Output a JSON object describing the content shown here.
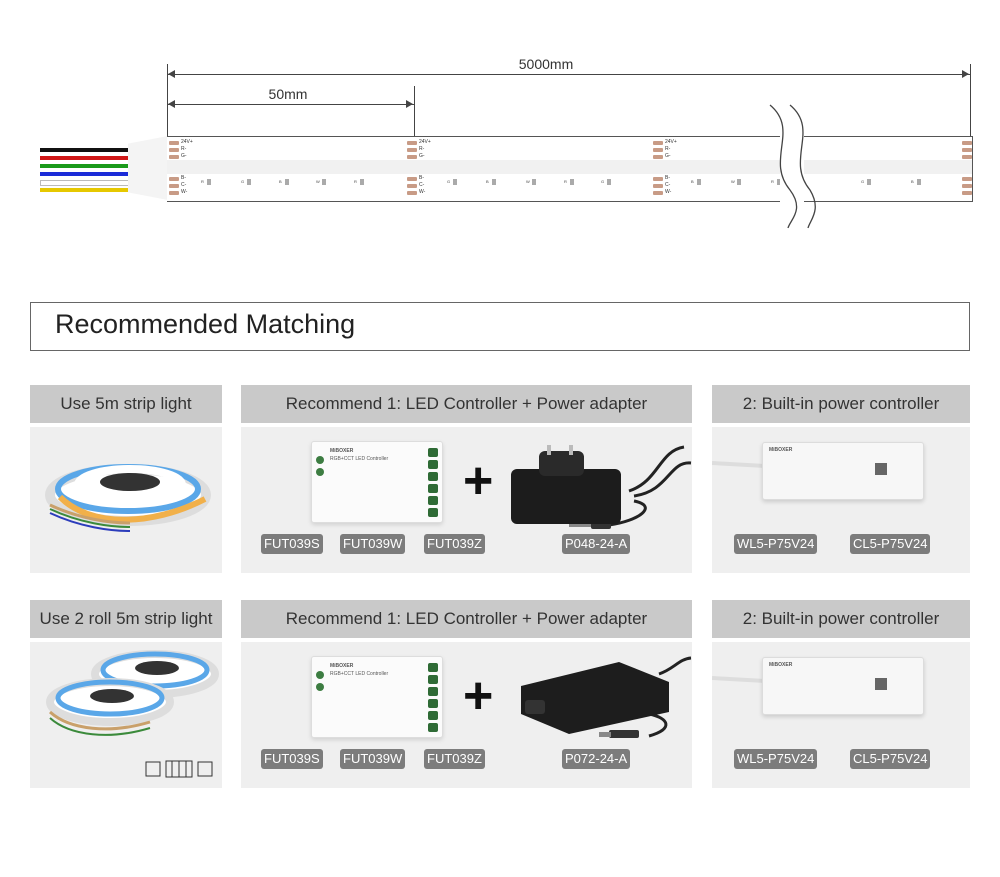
{
  "dimensions": {
    "total_length": "5000mm",
    "segment_length": "50mm"
  },
  "strip": {
    "pad_top_labels": [
      "24V+",
      "R-",
      "G-"
    ],
    "pad_bottom_labels": [
      "B-",
      "C-",
      "W-"
    ],
    "chip_labels": [
      "R",
      "G",
      "B",
      "W",
      "R",
      "G",
      "B",
      "W",
      "R",
      "G",
      "B",
      "W"
    ],
    "wire_colors": [
      "#111111",
      "#d01818",
      "#1a9a1a",
      "#1b2bd8",
      "#ffffff",
      "#e6c800"
    ]
  },
  "section_title": "Recommended Matching",
  "rows": [
    {
      "strip_head": "Use 5m strip light",
      "rec1_head": "Recommend 1: LED Controller + Power adapter",
      "rec2_head": "2: Built-in power controller",
      "controller_models": [
        "FUT039S",
        "FUT039W",
        "FUT039Z"
      ],
      "adapter_model": "P048-24-A",
      "builtin_models": [
        "WL5-P75V24",
        "CL5-P75V24"
      ]
    },
    {
      "strip_head": "Use 2 roll 5m strip light",
      "rec1_head": "Recommend 1: LED Controller + Power adapter",
      "rec2_head": "2: Built-in power controller",
      "controller_models": [
        "FUT039S",
        "FUT039W",
        "FUT039Z"
      ],
      "adapter_model": "P072-24-A",
      "builtin_models": [
        "WL5-P75V24",
        "CL5-P75V24"
      ]
    }
  ],
  "product_text": {
    "brand": "MiBOXER",
    "controller_name": "RGB+CCT LED Controller",
    "plus_sign": "+"
  }
}
